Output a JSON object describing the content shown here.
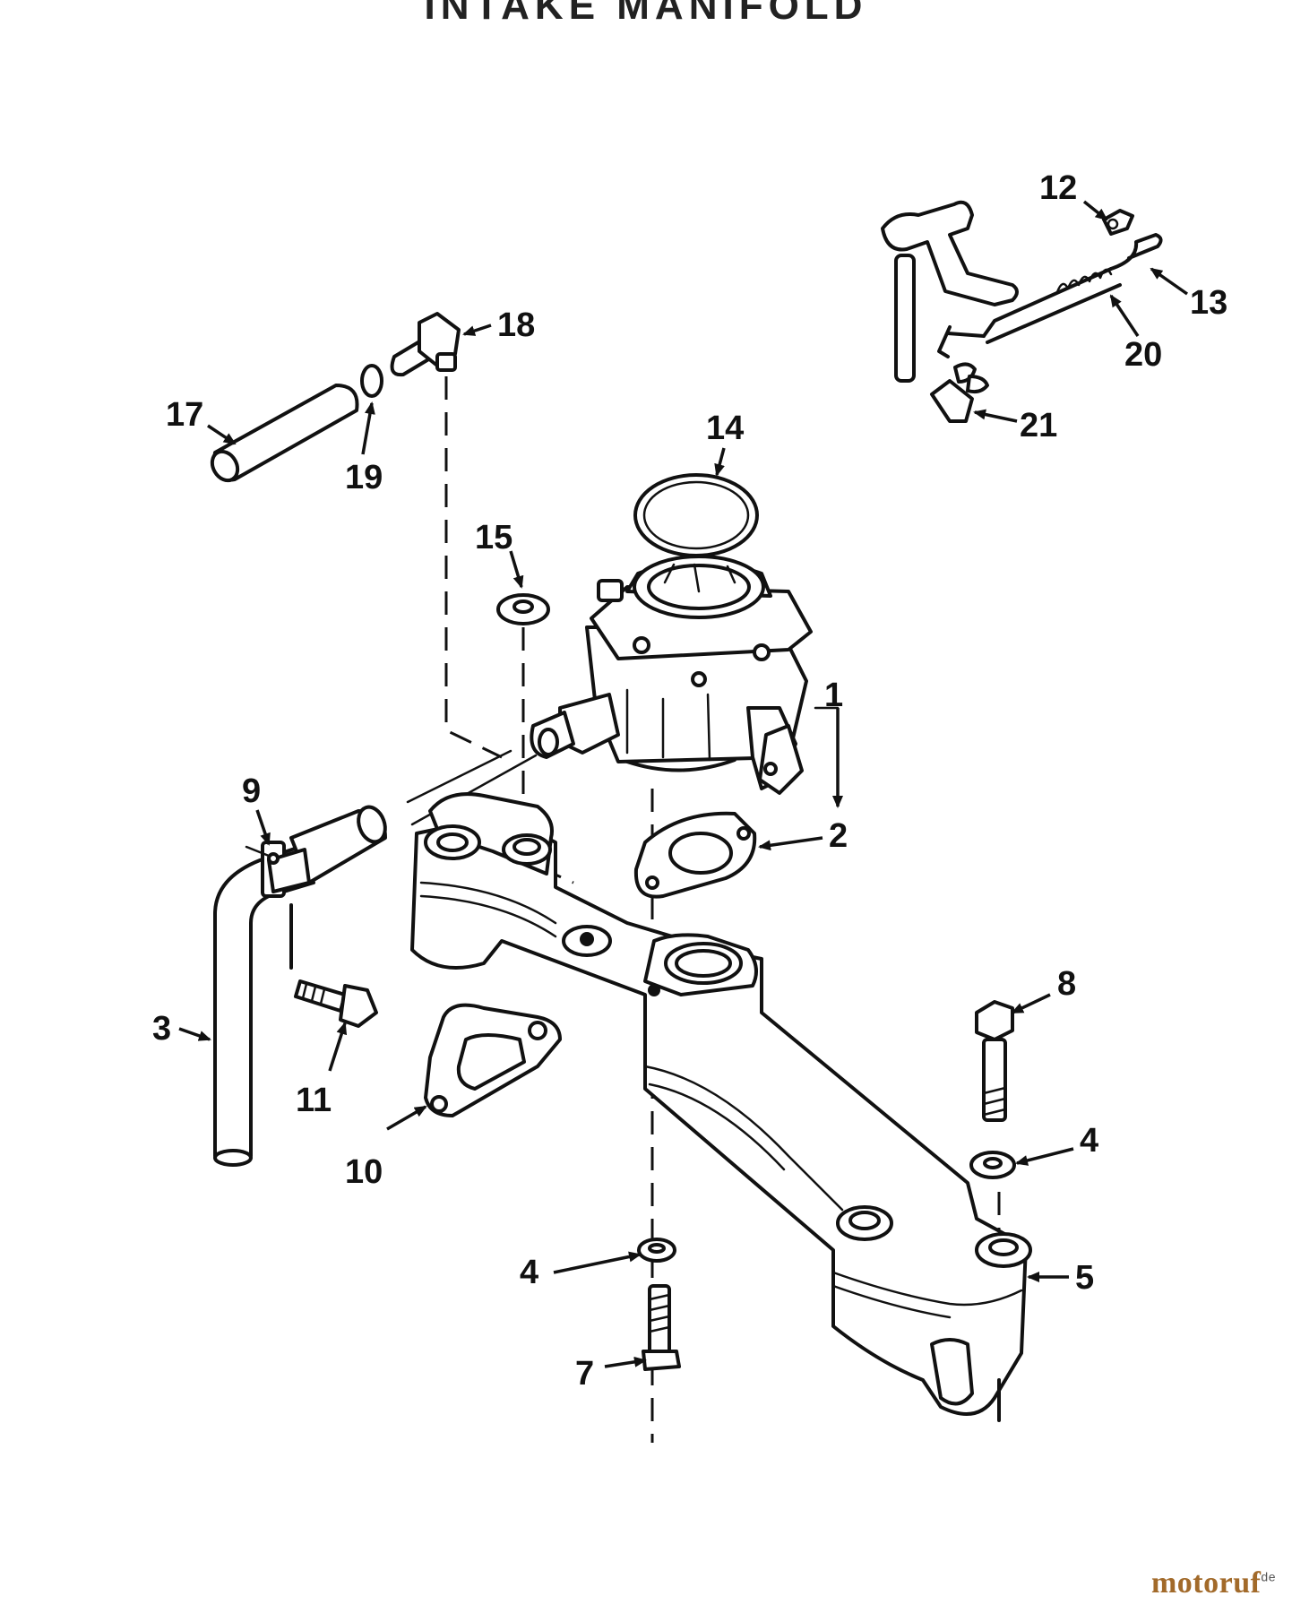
{
  "title": "INTAKE MANIFOLD",
  "watermark": {
    "name": "motoruf",
    "tld": "de"
  },
  "callouts": {
    "n1": "1",
    "n2": "2",
    "n3": "3",
    "n4a": "4",
    "n4b": "4",
    "n5": "5",
    "n7": "7",
    "n8": "8",
    "n9": "9",
    "n10": "10",
    "n11": "11",
    "n12": "12",
    "n13": "13",
    "n14": "14",
    "n15": "15",
    "n17": "17",
    "n18": "18",
    "n19": "19",
    "n20": "20",
    "n21": "21"
  },
  "colors": {
    "ink": "#111111",
    "paper": "#ffffff",
    "brand": "#a26a2a"
  }
}
